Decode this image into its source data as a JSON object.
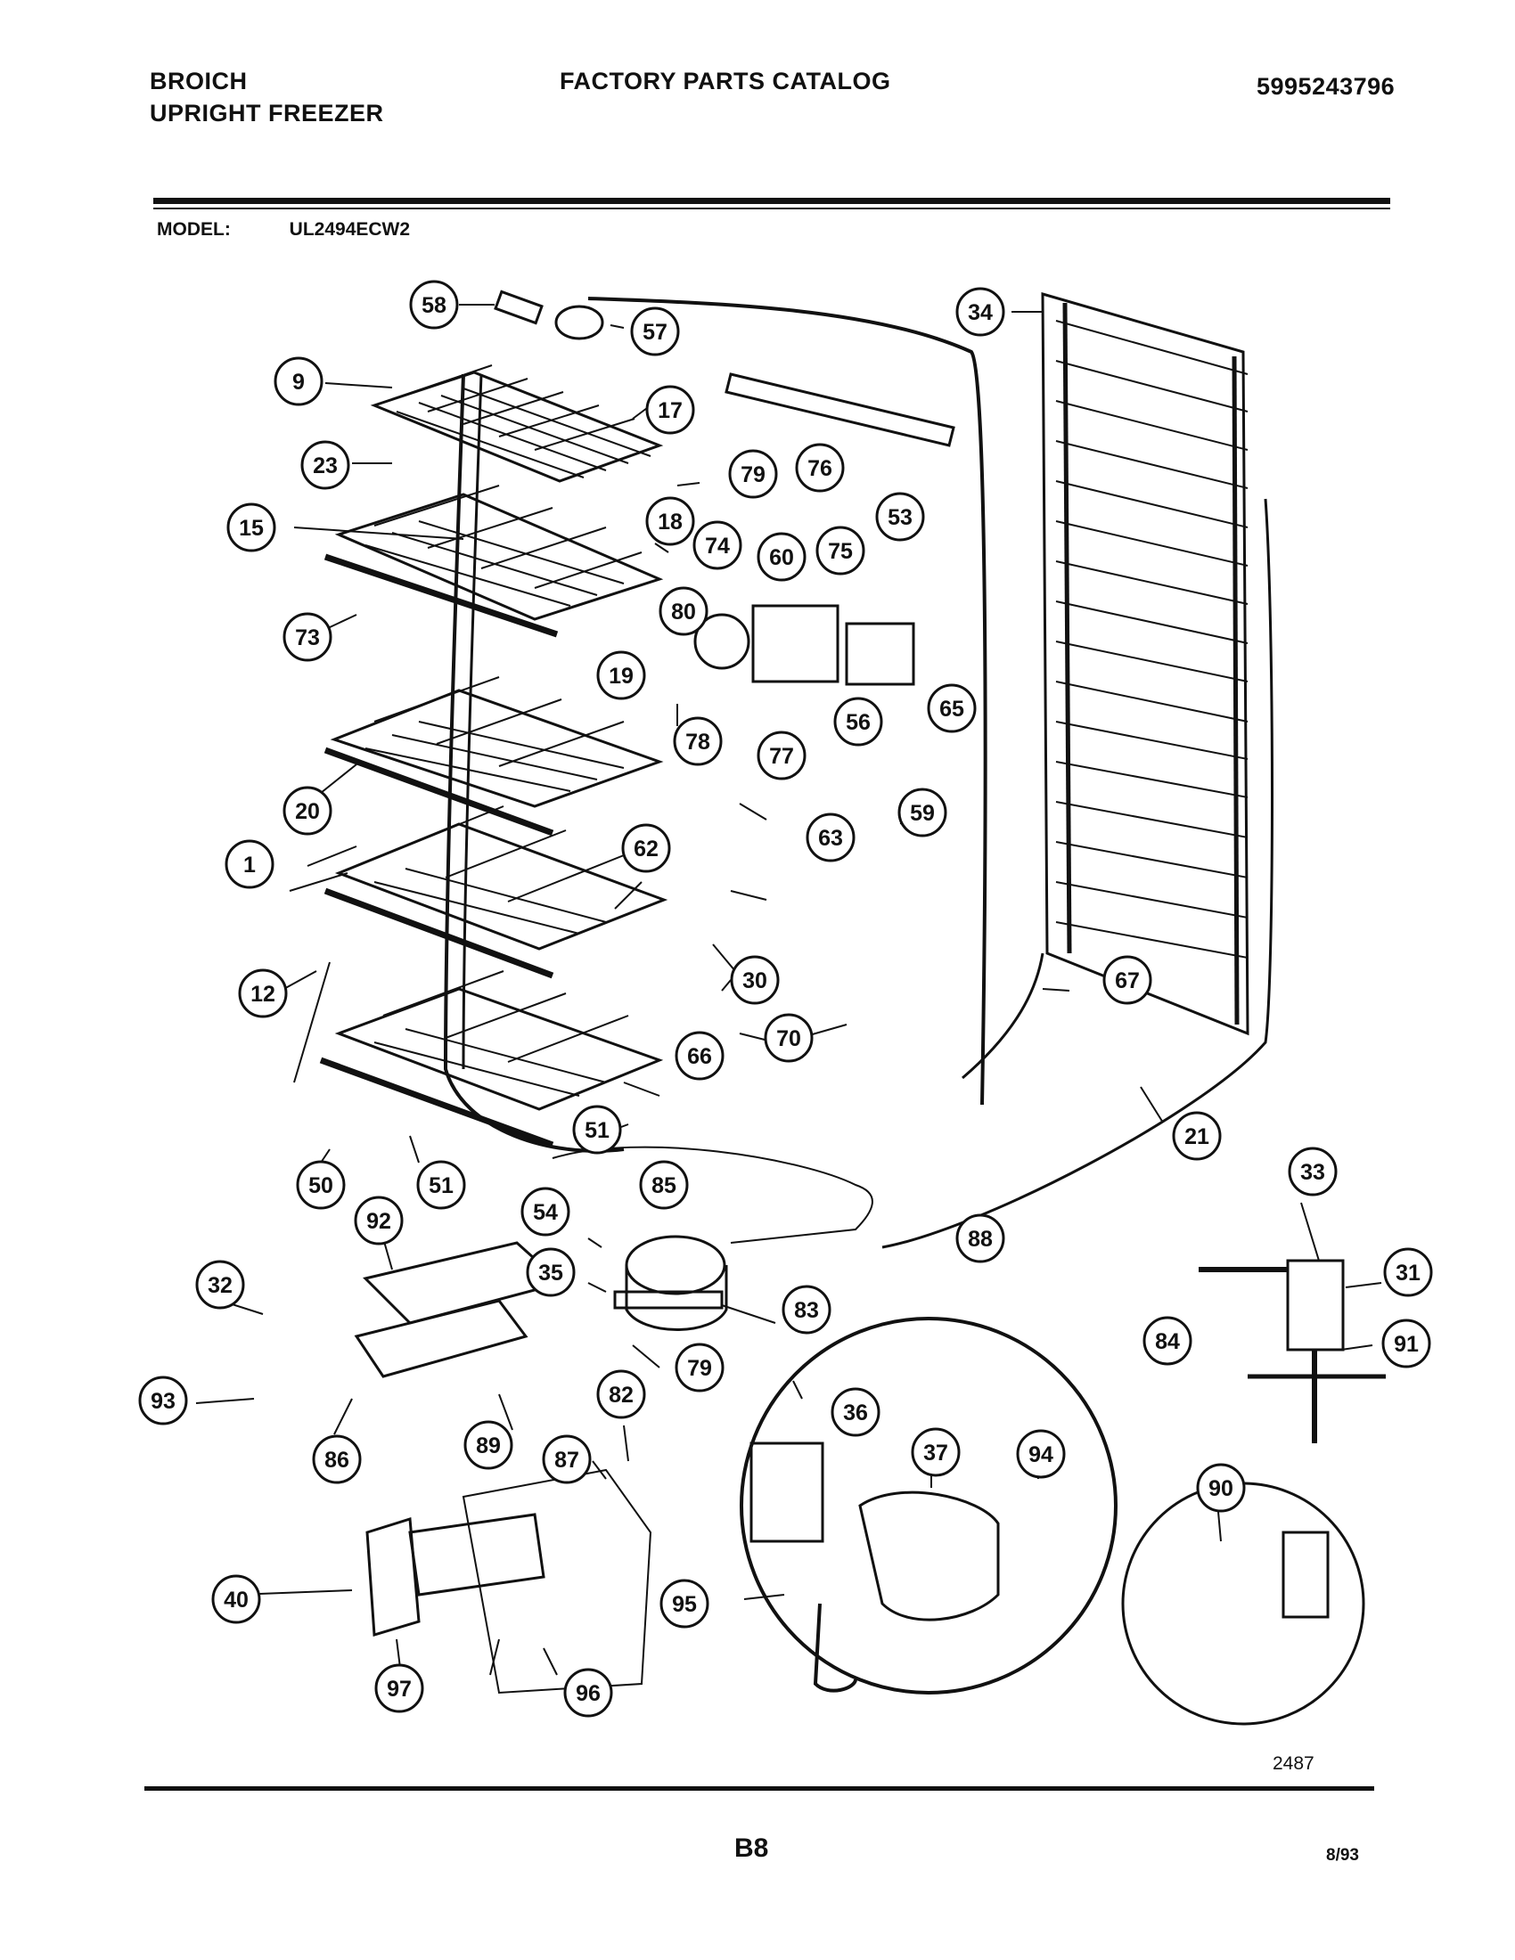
{
  "header": {
    "brand": "BROICH",
    "product": "UPRIGHT FREEZER",
    "catalog_title": "FACTORY PARTS CATALOG",
    "catalog_number": "5995243796"
  },
  "model": {
    "label": "MODEL:",
    "value": "UL2494ECW2"
  },
  "diagram": {
    "diagram_number": "2487",
    "callouts": [
      "58",
      "57",
      "34",
      "9",
      "17",
      "23",
      "76",
      "79",
      "15",
      "18",
      "53",
      "74",
      "60",
      "75",
      "73",
      "80",
      "19",
      "65",
      "56",
      "78",
      "77",
      "59",
      "63",
      "20",
      "62",
      "1",
      "12",
      "30",
      "67",
      "66",
      "70",
      "21",
      "51",
      "50",
      "51",
      "85",
      "33",
      "54",
      "88",
      "92",
      "32",
      "35",
      "83",
      "31",
      "79",
      "84",
      "91",
      "93",
      "82",
      "89",
      "86",
      "36",
      "37",
      "94",
      "87",
      "90",
      "40",
      "95",
      "96",
      "97"
    ]
  },
  "footer": {
    "page_number": "B8",
    "date_code": "8/93"
  }
}
